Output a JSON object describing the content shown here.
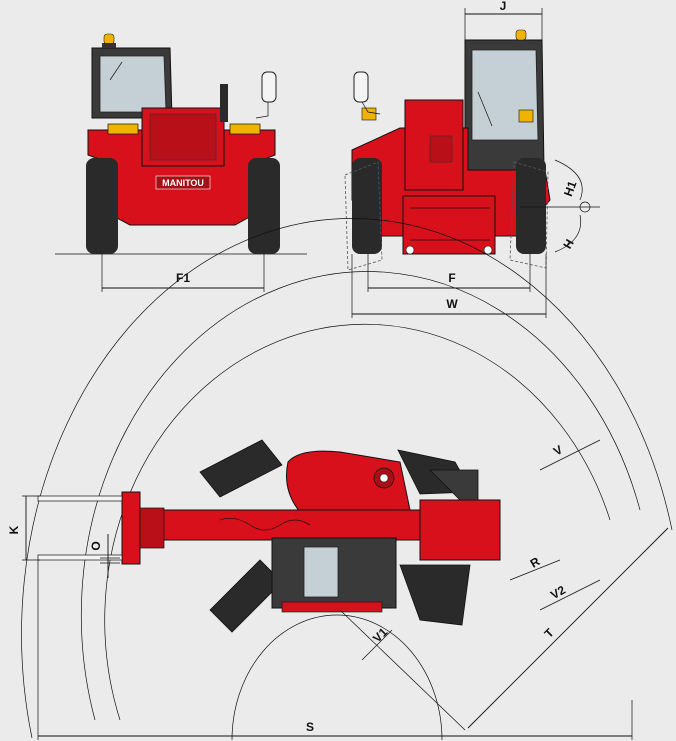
{
  "brand": {
    "logo_text": "MANITOU"
  },
  "colors": {
    "background": "#ebebeb",
    "machine_red": "#d8101c",
    "machine_dark_red": "#a50f15",
    "cab_dark": "#3a3a3a",
    "tyre": "#2a2a2a",
    "glass": "#c5cfd6",
    "beacon": "#f0b400",
    "dimension_line": "#111111"
  },
  "front_view": {
    "labels": {
      "track_width": "F1"
    }
  },
  "rear_view": {
    "labels": {
      "cab_width": "J",
      "track_width": "F",
      "overall_width": "W",
      "tilt_height_1": "H1",
      "tilt_height": "H"
    }
  },
  "top_view": {
    "labels": {
      "fork_carriage_width": "K",
      "fork_offset": "O",
      "outer_radius_angle": "V",
      "inner_radius": "R",
      "angle_v2": "V2",
      "turning_dimension": "T",
      "angle_v1": "V1",
      "overall_sweep": "S"
    }
  }
}
